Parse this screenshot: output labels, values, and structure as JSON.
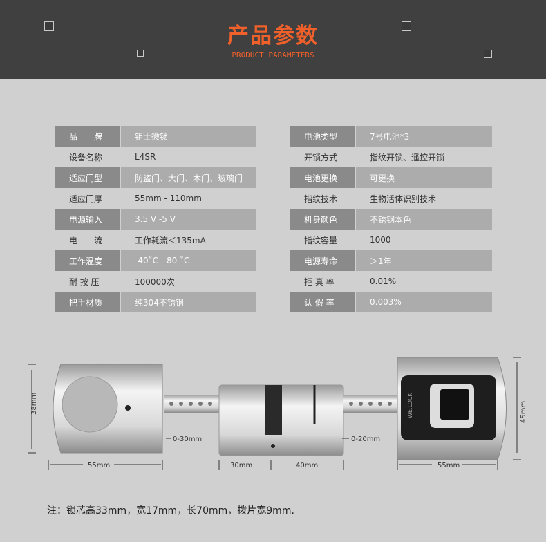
{
  "header": {
    "title": "产品参数",
    "subtitle": "PRODUCT PARAMETERS"
  },
  "left_table": [
    {
      "k": "品　　牌",
      "v": "钜士微锁"
    },
    {
      "k": "设备名称",
      "v": "L4SR"
    },
    {
      "k": "适应门型",
      "v": "防盗门、大门、木门、玻璃门"
    },
    {
      "k": "适应门厚",
      "v": "55mm - 110mm"
    },
    {
      "k": "电源输入",
      "v": "3.5 V -5 V"
    },
    {
      "k": "电　　流",
      "v": "工作耗流＜135mA"
    },
    {
      "k": "工作温度",
      "v": "-40˚C - 80 ˚C"
    },
    {
      "k": "耐 按 压",
      "v": "100000次"
    },
    {
      "k": "把手材质",
      "v": "纯304不锈钢"
    }
  ],
  "right_table": [
    {
      "k": "电池类型",
      "v": "7号电池*3"
    },
    {
      "k": "开锁方式",
      "v": "指纹开锁、遥控开锁"
    },
    {
      "k": "电池更换",
      "v": "可更换"
    },
    {
      "k": "指纹技术",
      "v": "生物活体识别技术"
    },
    {
      "k": "机身颜色",
      "v": "不锈钢本色"
    },
    {
      "k": "指纹容量",
      "v": "1000"
    },
    {
      "k": "电源寿命",
      "v": "＞1年"
    },
    {
      "k": "拒 真 率",
      "v": "0.01%"
    },
    {
      "k": "认 假 率",
      "v": "0.003%"
    }
  ],
  "diagram": {
    "height_left": "38mm",
    "height_right": "45mm",
    "left_width": "55mm",
    "right_width": "55mm",
    "range_left": "0-30mm",
    "range_right": "0-20mm",
    "core_left": "30mm",
    "core_right": "40mm",
    "brand": "WE.LOCK"
  },
  "note": "注：锁芯高33mm，宽17mm，长70mm，拨片宽9mm."
}
